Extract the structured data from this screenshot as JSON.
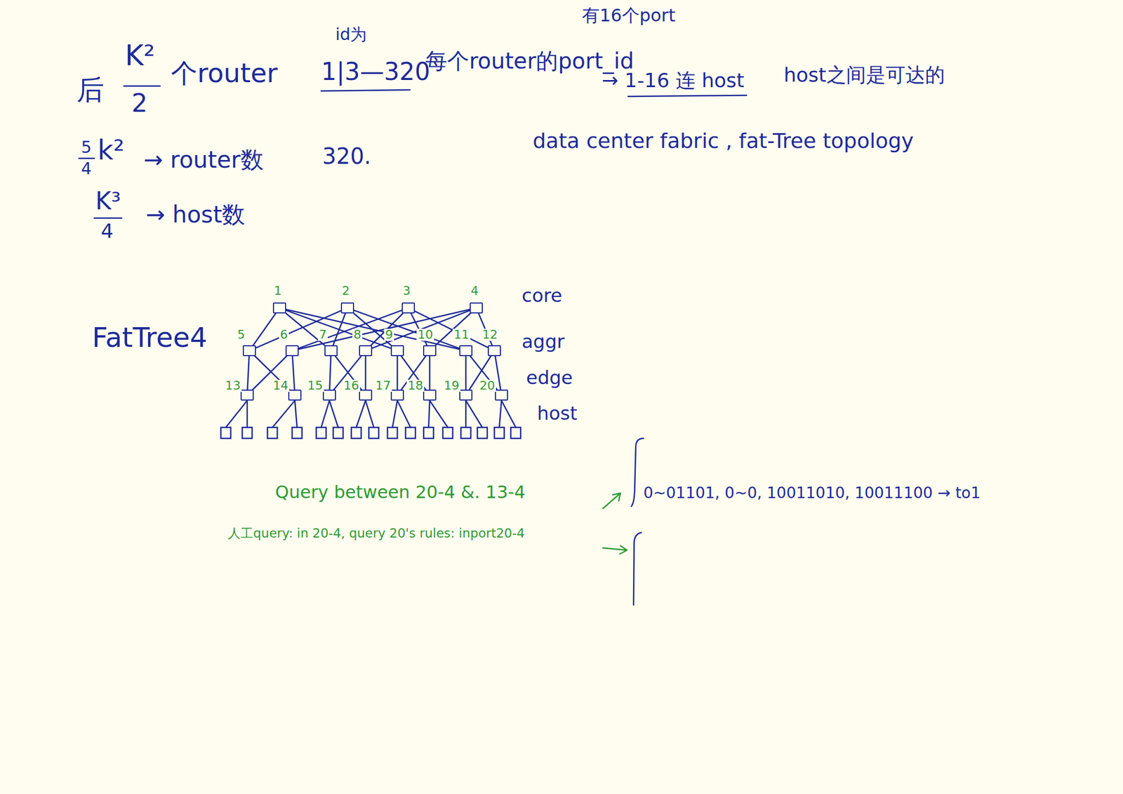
{
  "diagram": {
    "nodes": [
      {
        "text": [
          "1"
        ]
      },
      {
        "text": [
          "2"
        ]
      },
      {
        "text": [
          "3"
        ]
      },
      {
        "text": [
          "4"
        ]
      },
      {
        "text": [
          "5"
        ]
      },
      {
        "text": [
          "6"
        ]
      },
      {
        "text": [
          "7"
        ]
      },
      {
        "text": [
          "8"
        ]
      },
      {
        "text": [
          "9"
        ]
      },
      {
        "text": [
          "10"
        ]
      },
      {
        "text": [
          "11"
        ]
      },
      {
        "text": [
          "12"
        ]
      },
      {
        "text": [
          "13"
        ]
      },
      {
        "text": [
          "14"
        ]
      },
      {
        "text": [
          "15"
        ]
      },
      {
        "text": [
          "16"
        ]
      },
      {
        "text": [
          "17"
        ]
      },
      {
        "text": [
          "18"
        ]
      },
      {
        "text": [
          "19"
        ]
      },
      {
        "text": [
          "20"
        ]
      }
    ],
    "edges": [
      {
        "from": 0,
        "to": 4,
        "arrow": "none"
      },
      {
        "from": 0,
        "to": 6,
        "arrow": "none"
      },
      {
        "from": 0,
        "to": 8,
        "arrow": "none"
      },
      {
        "from": 0,
        "to": 10,
        "arrow": "none"
      },
      {
        "from": 1,
        "to": 4,
        "arrow": "none"
      },
      {
        "from": 1,
        "to": 6,
        "arrow": "none"
      },
      {
        "from": 1,
        "to": 8,
        "arrow": "none"
      },
      {
        "from": 1,
        "to": 10,
        "arrow": "none"
      },
      {
        "from": 2,
        "to": 5,
        "arrow": "none"
      },
      {
        "from": 2,
        "to": 7,
        "arrow": "none"
      },
      {
        "from": 2,
        "to": 9,
        "arrow": "none"
      },
      {
        "from": 2,
        "to": 11,
        "arrow": "none"
      },
      {
        "from": 3,
        "to": 5,
        "arrow": "none"
      },
      {
        "from": 3,
        "to": 7,
        "arrow": "none"
      },
      {
        "from": 3,
        "to": 9,
        "arrow": "none"
      },
      {
        "from": 3,
        "to": 11,
        "arrow": "none"
      },
      {
        "from": 4,
        "to": 12,
        "arrow": "none"
      },
      {
        "from": 4,
        "to": 13,
        "arrow": "none"
      },
      {
        "from": 5,
        "to": 12,
        "arrow": "none"
      },
      {
        "from": 5,
        "to": 13,
        "arrow": "none"
      },
      {
        "from": 6,
        "to": 14,
        "arrow": "none"
      },
      {
        "from": 6,
        "to": 15,
        "arrow": "none"
      },
      {
        "from": 7,
        "to": 14,
        "arrow": "none"
      },
      {
        "from": 7,
        "to": 15,
        "arrow": "none"
      },
      {
        "from": 8,
        "to": 16,
        "arrow": "none"
      },
      {
        "from": 8,
        "to": 17,
        "arrow": "none"
      },
      {
        "from": 9,
        "to": 16,
        "arrow": "none"
      },
      {
        "from": 9,
        "to": 17,
        "arrow": "none"
      },
      {
        "from": 10,
        "to": 18,
        "arrow": "none"
      },
      {
        "from": 10,
        "to": 19,
        "arrow": "none"
      },
      {
        "from": 11,
        "to": 18,
        "arrow": "none"
      },
      {
        "from": 11,
        "to": 19,
        "arrow": "none"
      }
    ],
    "labels": [
      "后",
      "K²",
      "2",
      "个router",
      "id为",
      "1|3—320",
      "每个router的port_id",
      "有16个port",
      "→ 1-16 连 host",
      "host之间是可达的",
      "5",
      "4",
      "k²",
      "→ router数",
      "320.",
      "data center fabric , fat-Tree topology",
      "K³",
      "4",
      "→ host数",
      "FatTree4",
      "core",
      "aggr",
      "edge",
      "host",
      "Query between 20-4 &. 13-4",
      "人工query: in 20-4, query 20's rules: inport20-4",
      "0~01101, 0~0, 10011010, 10011100 → to1"
    ]
  }
}
